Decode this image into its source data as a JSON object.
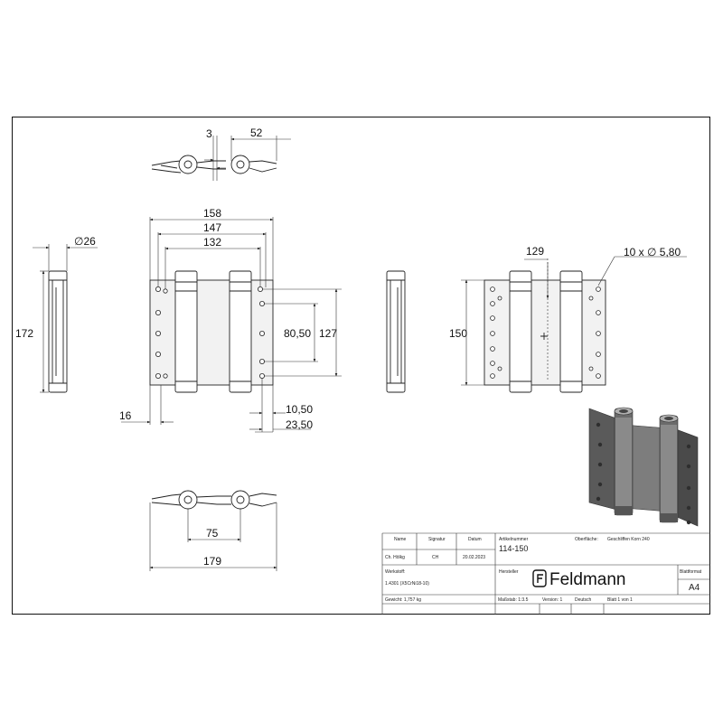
{
  "dimensions": {
    "top_gap": "3",
    "top_offset": "52",
    "d158": "158",
    "d147": "147",
    "d132": "132",
    "diameter26": "∅26",
    "h172": "172",
    "h80": "80,50",
    "h127": "127",
    "d16": "16",
    "d10": "10,50",
    "d23": "23,50",
    "d129": "129",
    "holes": "10 x ∅ 5,80",
    "h150": "150",
    "d75": "75",
    "d179": "179"
  },
  "title_block": {
    "name_label": "Name",
    "signature_label": "Signatur",
    "date_label": "Datum",
    "name_value": "Ch. Hölkg",
    "signature_value": "CH",
    "date_value": "20.02.2023",
    "article_label": "Artikelnummer",
    "article_value": "114-150",
    "surface_label": "Oberfläche:",
    "surface_value": "Geschliffen Korn 240",
    "material_label": "Werkstoff:",
    "material_value": "1.4301 (X5CrNi18-10)",
    "manufacturer_label": "Hersteller",
    "brand": "Feldmann",
    "sheet_format_label": "Blattformat",
    "sheet_format_value": "A4",
    "weight": "Gewicht: 1,757 kg",
    "scale": "Maßstab: 1:3.5",
    "version": "Version: 1",
    "language": "Deutsch",
    "sheet": "Blatt 1 von 1"
  },
  "colors": {
    "line": "#222222",
    "photo_dark": "#4a4a4a",
    "photo_mid": "#7d7d7d",
    "photo_light": "#b0b0b0"
  }
}
